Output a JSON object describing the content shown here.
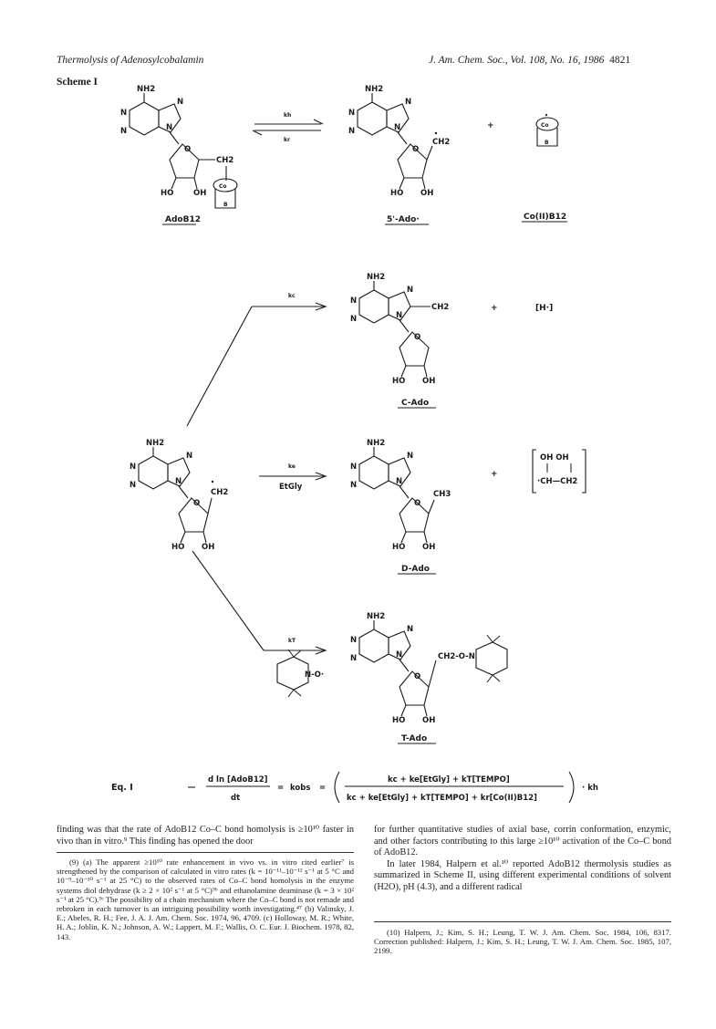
{
  "header": {
    "left": "Thermolysis of Adenosylcobalamin",
    "right": "J. Am. Chem. Soc., Vol. 108, No. 16, 1986",
    "page": "4821"
  },
  "scheme_title": "Scheme I",
  "scheme": {
    "compounds": {
      "adob12": "AdoB12",
      "ado_radical": "5'-Ado·",
      "cob12": "Co(II)B12",
      "c_ado": "C-Ado",
      "h_radical": "[H·]",
      "d_ado": "D-Ado",
      "t_ado": "T-Ado"
    },
    "rate_constants": {
      "kh": "kh",
      "kr": "kr",
      "kc": "kc",
      "ke": "ke",
      "kt": "kT",
      "etgly": "EtGly"
    },
    "fragments": {
      "nh2": "NH2",
      "n": "N",
      "o": "O",
      "ho": "HO",
      "oh": "OH",
      "ch2": "CH2",
      "ch3": "CH3",
      "co": "Co",
      "b": "B",
      "plus": "+",
      "tempo_no": "N-O·",
      "ch2_o_n": "CH2-O-N",
      "oh_oh": "OH   OH",
      "ch_ch2": "·CH—CH2"
    }
  },
  "equation": {
    "label": "Eq. I",
    "lhs_top": "d ln [AdoB12]",
    "lhs_bottom": "dt",
    "kobs": "kobs",
    "numerator": "kc + ke[EtGly] + kT[TEMPO]",
    "denominator": "kc + ke[EtGly] + kT[TEMPO] + kr[Co(II)B12]",
    "times_kh": "· kh"
  },
  "body": {
    "left_para": "finding was that the rate of AdoB12 Co–C bond homolysis is ≥10¹⁰ faster in vivo than in vitro.⁹ This finding has opened the door",
    "right_para1": "for further quantitative studies of axial base, corrin conformation, enzymic, and other factors contributing to this large ≥10¹⁰ activation of the Co–C bond of AdoB12.",
    "right_para2": "In later 1984, Halpern et al.¹⁰ reported AdoB12 thermolysis studies as summarized in Scheme II, using different experimental conditions of solvent (H2O), pH (4.3), and a different radical"
  },
  "footnotes": {
    "fn9": "(9) (a) The apparent ≥10¹⁰ rate enhancement in vivo vs. in vitro cited earlier⁷ is strengthened by the comparison of calculated in vitro rates (k = 10⁻¹¹–10⁻¹² s⁻¹ at 5 °C and 10⁻⁹–10⁻¹⁰ s⁻¹ at 25 °C) to the observed rates of Co–C bond homolysis in the enzyme systems diol dehydrase (k ≥ 2 × 10² s⁻¹ at 5 °C)⁹ᵇ and ethanolamine deaminase (k = 3 × 10² s⁻¹ at 25 °C).⁹ᶜ The possibility of a chain mechanism where the Co–C bond is not remade and rebroken in each turnover is an intriguing possibility worth investigating.⁴⁷ (b) Valinsky, J. E.; Abeles, R. H.; Fee, J. A. J. Am. Chem. Soc. 1974, 96, 4709. (c) Holloway, M. R.; White, H. A.; Joblin, K. N.; Johnson, A. W.; Lappert, M. F.; Wallis, O. C. Eur. J. Biochem. 1978, 82, 143.",
    "fn10": "(10) Halpern, J.; Kim, S. H.; Leung, T. W. J. Am. Chem. Soc. 1984, 106, 8317. Correction published: Halpern, J.; Kim, S. H.; Leung, T. W. J. Am. Chem. Soc. 1985, 107, 2199."
  }
}
